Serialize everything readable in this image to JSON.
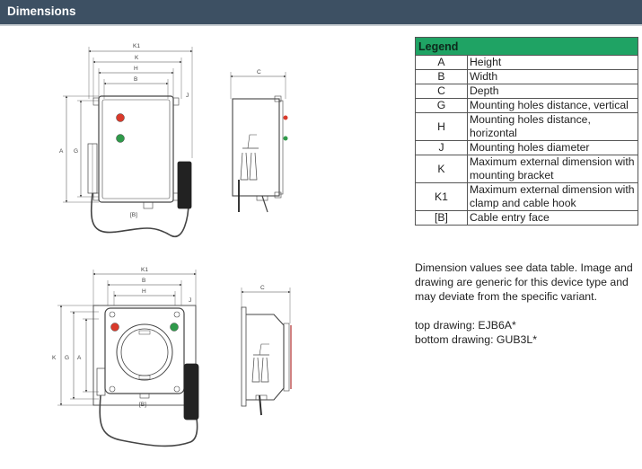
{
  "header": {
    "title": "Dimensions"
  },
  "legend": {
    "title": "Legend",
    "rows": [
      {
        "key": "A",
        "desc": "Height"
      },
      {
        "key": "B",
        "desc": "Width"
      },
      {
        "key": "C",
        "desc": "Depth"
      },
      {
        "key": "G",
        "desc": "Mounting holes distance, vertical"
      },
      {
        "key": "H",
        "desc": "Mounting holes distance, horizontal"
      },
      {
        "key": "J",
        "desc": "Mounting holes diameter"
      },
      {
        "key": "K",
        "desc": "Maximum external dimension with mounting bracket"
      },
      {
        "key": "K1",
        "desc": "Maximum external dimension with clamp and cable hook"
      },
      {
        "key": "[B]",
        "desc": "Cable entry face"
      }
    ]
  },
  "notes": {
    "line1": "Dimension values see data table. Image and drawing are generic for this device type and may deviate from the specific variant.",
    "line2": "top drawing: EJB6A*",
    "line3": "bottom drawing: GUB3L*"
  },
  "drawing": {
    "top_front": {
      "k1": "K1",
      "k": "K",
      "h": "H",
      "b": "B",
      "j": "J",
      "a": "A",
      "g": "G",
      "entry": "[B]"
    },
    "top_side": {
      "c": "C"
    },
    "bottom_front": {
      "k1": "K1",
      "b": "B",
      "h": "H",
      "j": "J",
      "k": "K",
      "g": "G",
      "a": "A",
      "entry": "[B]"
    },
    "bottom_side": {
      "c": "C"
    }
  },
  "colors": {
    "header": "#3d5063",
    "legend_header": "#1fa364",
    "lamp_red": "#d93a2b",
    "lamp_green": "#2f9a4a"
  }
}
